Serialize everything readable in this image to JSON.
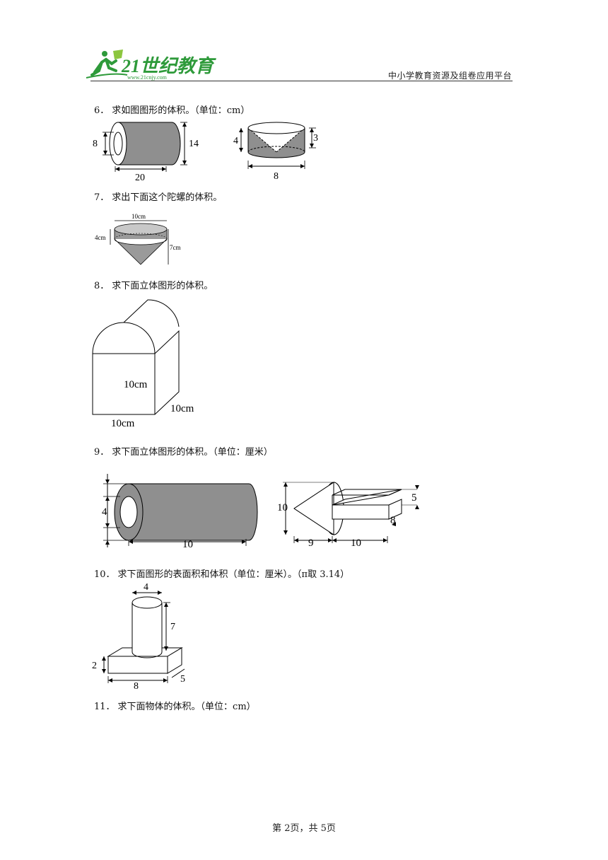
{
  "header": {
    "logo_text": "21世纪教育",
    "logo_url": "www.21cnjy.com",
    "platform": "中小学教育资源及组卷应用平台"
  },
  "questions": [
    {
      "num": "6．",
      "text": "求如图图形的体积。（单位：cm）"
    },
    {
      "num": "7．",
      "text": "求出下面这个陀螺的体积。"
    },
    {
      "num": "8．",
      "text": "求下面立体图形的体积。"
    },
    {
      "num": "9．",
      "text": "求下面立体图形的体积。（单位：厘米）"
    },
    {
      "num": "10．",
      "text": "求下面图形的表面积和体积（单位：厘米）。（π取 3.14）"
    },
    {
      "num": "11．",
      "text": "求下面物体的体积。（单位：cm）"
    }
  ],
  "figures": {
    "q6a": {
      "inner": "8",
      "height": "14",
      "length": "20"
    },
    "q6b": {
      "left": "4",
      "right": "3",
      "bottom": "8"
    },
    "q7": {
      "top": "10cm",
      "left": "4cm",
      "right": "7cm"
    },
    "q8": {
      "height": "10cm",
      "depth": "10cm",
      "width": "10cm"
    },
    "q9a": {
      "inner": "4",
      "length": "10"
    },
    "q9b": {
      "height": "10",
      "cone": "9",
      "box_len": "10",
      "box_h": "5",
      "box_w": "8"
    },
    "q10": {
      "top": "4",
      "cyl_h": "7",
      "base_h": "2",
      "base_len": "8",
      "base_w": "5"
    }
  },
  "footer": "第 2页，共 5页"
}
